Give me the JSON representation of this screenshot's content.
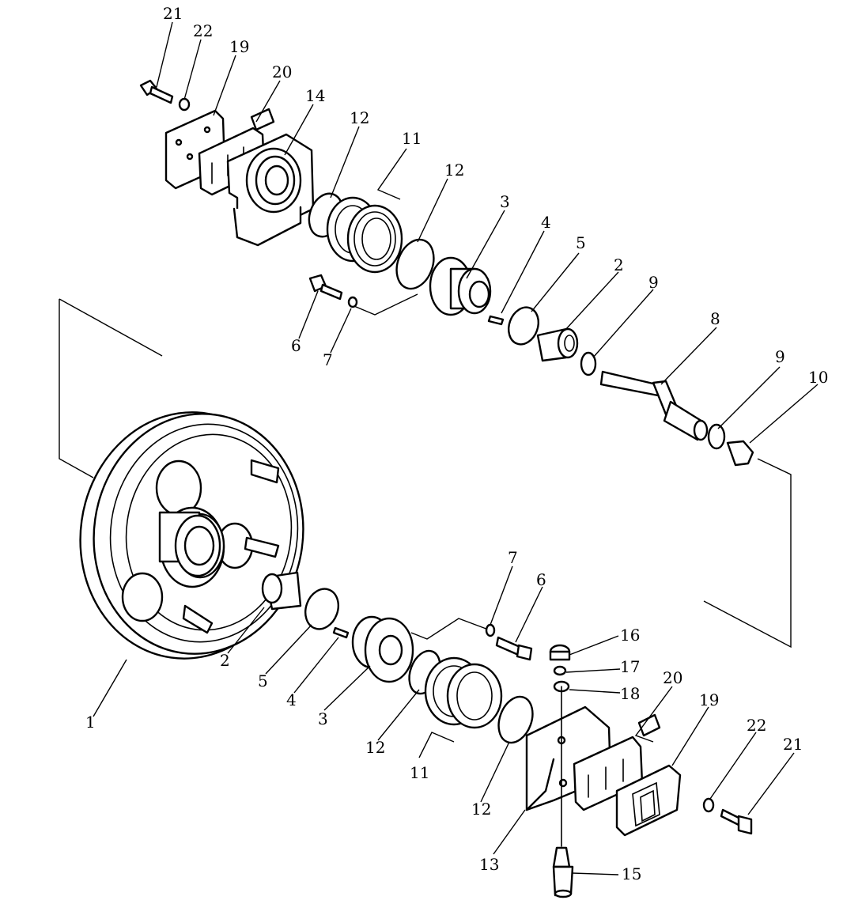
{
  "callouts": [
    {
      "id": "c21a",
      "text": "21"
    },
    {
      "id": "c22a",
      "text": "22"
    },
    {
      "id": "c19a",
      "text": "19"
    },
    {
      "id": "c20a",
      "text": "20"
    },
    {
      "id": "c14",
      "text": "14"
    },
    {
      "id": "c12a",
      "text": "12"
    },
    {
      "id": "c11a",
      "text": "11"
    },
    {
      "id": "c12b",
      "text": "12"
    },
    {
      "id": "c3a",
      "text": "3"
    },
    {
      "id": "c4a",
      "text": "4"
    },
    {
      "id": "c5a",
      "text": "5"
    },
    {
      "id": "c2a",
      "text": "2"
    },
    {
      "id": "c9a",
      "text": "9"
    },
    {
      "id": "c8",
      "text": "8"
    },
    {
      "id": "c9b",
      "text": "9"
    },
    {
      "id": "c10",
      "text": "10"
    },
    {
      "id": "c6a",
      "text": "6"
    },
    {
      "id": "c7a",
      "text": "7"
    },
    {
      "id": "c7b",
      "text": "7"
    },
    {
      "id": "c6b",
      "text": "6"
    },
    {
      "id": "c16",
      "text": "16"
    },
    {
      "id": "c17",
      "text": "17"
    },
    {
      "id": "c18",
      "text": "18"
    },
    {
      "id": "c20b",
      "text": "20"
    },
    {
      "id": "c19b",
      "text": "19"
    },
    {
      "id": "c22b",
      "text": "22"
    },
    {
      "id": "c21b",
      "text": "21"
    },
    {
      "id": "c1",
      "text": "1"
    },
    {
      "id": "c2b",
      "text": "2"
    },
    {
      "id": "c5b",
      "text": "5"
    },
    {
      "id": "c4b",
      "text": "4"
    },
    {
      "id": "c3b",
      "text": "3"
    },
    {
      "id": "c12c",
      "text": "12"
    },
    {
      "id": "c11b",
      "text": "11"
    },
    {
      "id": "c12d",
      "text": "12"
    },
    {
      "id": "c13",
      "text": "13"
    },
    {
      "id": "c15",
      "text": "15"
    }
  ]
}
